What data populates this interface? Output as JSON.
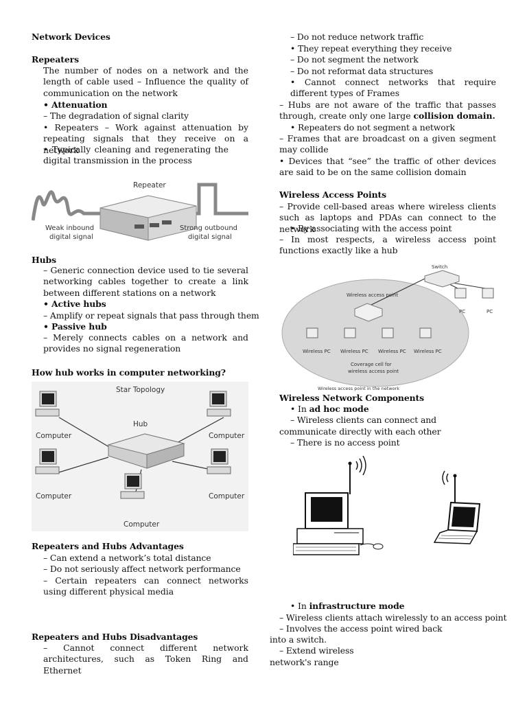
{
  "left": {
    "title": "Network Devices",
    "repeaters": {
      "heading": "Repeaters",
      "p1": "The number of nodes on a network and the length of cable used – Influence the quality of communication on the network",
      "attenuation": "• Attenuation",
      "l1": "– The degradation of signal clarity",
      "p2": "• Repeaters – Work against attenuation by repeating signals that they receive on a network",
      "p3": "• Typically cleaning and regenerating the digital transmission in the process"
    },
    "repeater_figure": {
      "repeater": "Repeater",
      "weak1": "Weak inbound",
      "weak2": "digital signal",
      "strong1": "Strong outbound",
      "strong2": "digital signal"
    },
    "hubs": {
      "heading": "Hubs",
      "p1": "– Generic connection device used to tie several networking cables together to create a link between different stations on a network",
      "active": "• Active hubs",
      "l1": "– Amplify or repeat signals that pass through them",
      "passive": "• Passive hub",
      "p2": "– Merely connects cables on a network and provides no signal regeneration"
    },
    "how_heading": "How hub works in computer networking?",
    "star_figure": {
      "title": "Star Topology",
      "hub": "Hub",
      "computer": "Computer"
    },
    "advantages": {
      "heading": "Repeaters and Hubs Advantages",
      "l1": "– Can extend a network’s total distance",
      "l2": "– Do not seriously affect network performance",
      "p1": "– Certain repeaters can connect networks using different physical media"
    },
    "disadvantages": {
      "heading": "Repeaters and Hubs Disadvantages",
      "p1": "– Cannot connect different network architectures, such as Token Ring and Ethernet"
    }
  },
  "right": {
    "l1": "– Do not reduce network traffic",
    "l2": "• They repeat everything they receive",
    "l3": "– Do not segment the network",
    "l4": "– Do not reformat data structures",
    "p1": "• Cannot connect networks that require different types of Frames",
    "p2a": "– Hubs are not aware of the traffic that passes through, create only one large ",
    "p2b": "collision domain.",
    "l5": "• Repeaters do not segment a network",
    "p3": "– Frames that are broadcast on a given segment may collide",
    "p4": "• Devices that “see” the traffic of other devices are said to be on the same collision domain",
    "wap": {
      "heading": "Wireless Access Points",
      "p1": "– Provide cell-based areas where wireless clients such as laptops and PDAs can connect to the network",
      "l1": "• By associating with the access point",
      "p2": "– In most respects, a wireless access point functions exactly like a hub"
    },
    "wap_figure": {
      "switch": "Switch",
      "wap": "Wireless access point",
      "pc": "PC",
      "wireless_pc": "Wireless PC",
      "cell1": "Coverage cell for",
      "cell2": "wireless access point",
      "caption": "Wireless access point in the network"
    },
    "components": {
      "heading": "Wireless Network Components",
      "adhoc_prefix": "• In ",
      "adhoc": "ad hoc mode",
      "l1": "– Wireless clients can connect and",
      "l2": "communicate directly with each other",
      "l3": "– There is no access point",
      "infra_prefix": "• In ",
      "infra": "infrastructure mode",
      "l4": "– Wireless clients attach wirelessly to an access point",
      "l5": "– Involves the access point wired back",
      "l6": "into a switch.",
      "l7": "– Extend wireless",
      "l8": "network's range"
    }
  }
}
